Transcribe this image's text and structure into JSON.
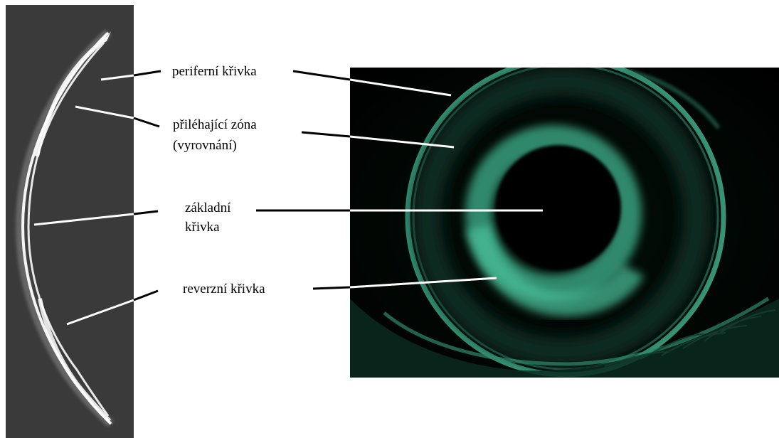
{
  "labels": {
    "peripheral_curve": "periferní křivka",
    "alignment_zone_line1": "přiléhající zóna",
    "alignment_zone_line2": "(vyrovnání)",
    "base_curve_line1": "základní",
    "base_curve_line2": "křivka",
    "reverse_curve": "reverzní křivka"
  },
  "colors": {
    "lens_panel_background": "#3a3a3a",
    "lens_profile": "#f2f2f2",
    "fluorescein_photo_background": "#020504",
    "fluorescein_glow": "#3fb38e",
    "leader_line": "#000000",
    "label_text": "#000000"
  }
}
